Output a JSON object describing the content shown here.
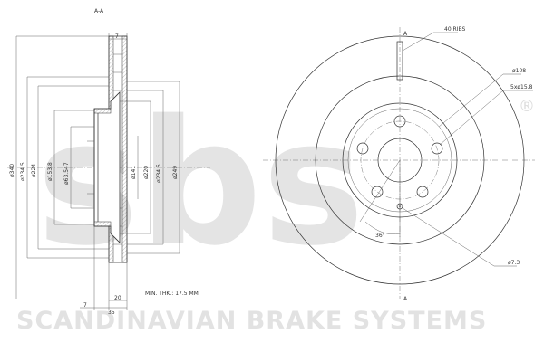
{
  "watermark": {
    "logo": "sbs",
    "registered": "®",
    "tagline": "SCANDINAVIAN BRAKE SYSTEMS"
  },
  "section": {
    "title": "A-A",
    "diameters": [
      "ø340",
      "ø234.5",
      "ø224",
      "ø153.8",
      "ø63.547",
      "ø141",
      "ø220",
      "ø234.5",
      "ø249"
    ],
    "top_dim": "7",
    "bottom_dims": [
      "20",
      "7",
      "35"
    ],
    "min_thickness": "MIN. THK.: 17.5 MM"
  },
  "front": {
    "section_marks": [
      "A",
      "A"
    ],
    "vanes": "40 RIBS",
    "pcd": "ø108",
    "bolt_holes": "5xø15.8",
    "angle": "36°",
    "pin_hole": "ø7.3"
  },
  "colors": {
    "line": "#333333",
    "watermark": "#e2e2e2"
  }
}
